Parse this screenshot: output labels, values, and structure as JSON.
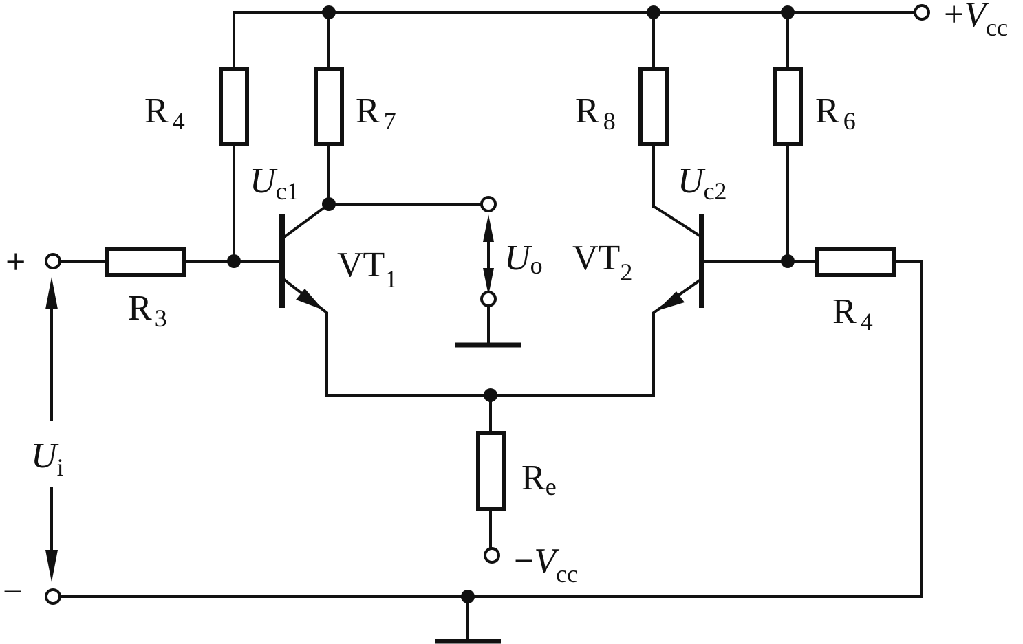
{
  "labels": {
    "vcc_pos": {
      "sign": "+",
      "sym": "V",
      "sub": "cc"
    },
    "vcc_neg": {
      "sign": "−",
      "sym": "V",
      "sub": "cc"
    },
    "input_plus": "+",
    "input_minus": "−",
    "ui": {
      "sym": "U",
      "sub": "i"
    },
    "uo": {
      "sym": "U",
      "sub": "o"
    },
    "uc1": {
      "sym": "U",
      "sub": "c1"
    },
    "uc2": {
      "sym": "U",
      "sub": "c2"
    },
    "vt1": {
      "sym": "VT",
      "sub": "1"
    },
    "vt2": {
      "sym": "VT",
      "sub": "2"
    },
    "r4_left": {
      "sym": "R",
      "sub": "4"
    },
    "r7": {
      "sym": "R",
      "sub": "7"
    },
    "r8": {
      "sym": "R",
      "sub": "8"
    },
    "r6": {
      "sym": "R",
      "sub": "6"
    },
    "r3": {
      "sym": "R",
      "sub": "3"
    },
    "r4_right": {
      "sym": "R",
      "sub": "4"
    },
    "re": {
      "sym": "R",
      "sub": "e"
    }
  },
  "colors": {
    "ink": "#111111",
    "background": "#ffffff"
  },
  "icons": [
    "resistor-icon",
    "npn-transistor-icon",
    "ground-icon",
    "terminal-icon",
    "junction-dot-icon",
    "voltage-arrow-icon"
  ]
}
